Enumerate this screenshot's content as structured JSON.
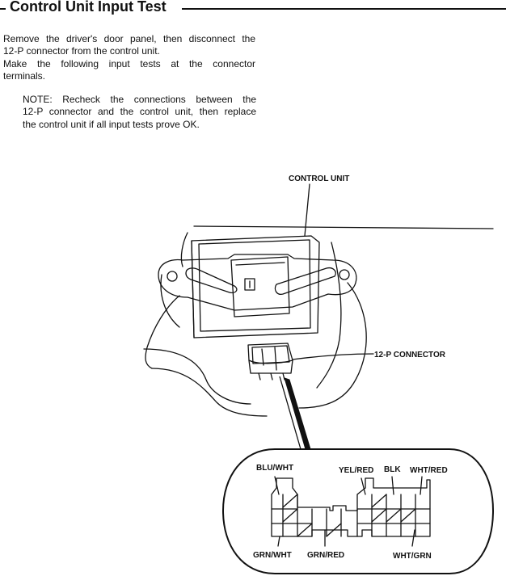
{
  "header": {
    "title": "Control Unit Input Test"
  },
  "instructions": {
    "lines": [
      "Remove the driver's door panel, then disconnect the",
      "12-P connector from the control unit.",
      "Make the following input tests at the connector",
      "terminals."
    ]
  },
  "note": {
    "lines": [
      "NOTE: Recheck the connections between the",
      "12-P connector and the control unit, then replace",
      "the control unit if all input tests prove OK."
    ]
  },
  "diagram": {
    "labels": {
      "control_unit": "CONTROL UNIT",
      "connector": "12-P CONNECTOR"
    },
    "terminal_labels": {
      "blu_wht": "BLU/WHT",
      "yel_red": "YEL/RED",
      "blk": "BLK",
      "wht_red": "WHT/RED",
      "grn_wht": "GRN/WHT",
      "grn_red": "GRN/RED",
      "wht_grn": "WHT/GRN"
    }
  }
}
